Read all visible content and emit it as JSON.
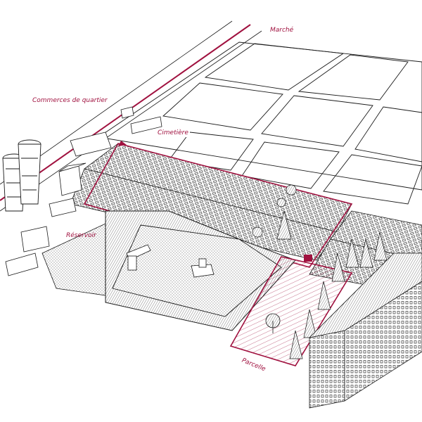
{
  "colors": {
    "accent": "#a0113f",
    "ink": "#1a1a1a",
    "paper": "#ffffff"
  },
  "labels": {
    "marche": "Marché",
    "commerces": "Commerces de quartier",
    "cimetiere": "Cimetière",
    "reservoir": "Réservoir",
    "parcelle": "Parcelle"
  }
}
